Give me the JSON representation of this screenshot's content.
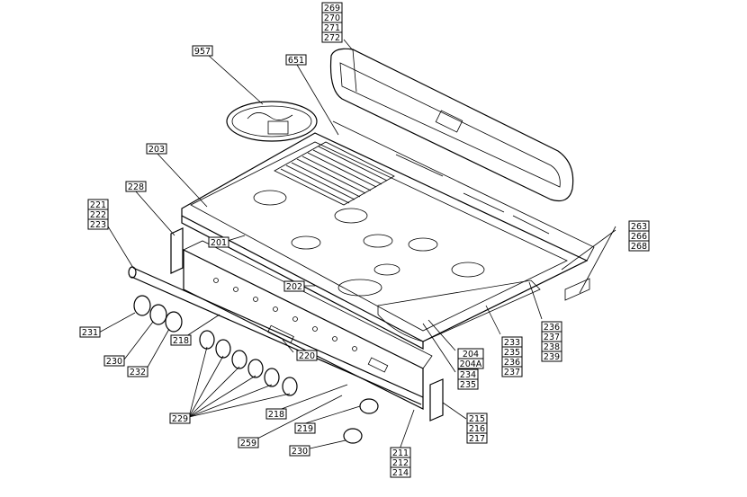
{
  "callouts": [
    {
      "id": "c-269",
      "lines": [
        "269",
        "270",
        "271",
        "272"
      ]
    },
    {
      "id": "c-957",
      "lines": [
        "957"
      ]
    },
    {
      "id": "c-651",
      "lines": [
        "651"
      ]
    },
    {
      "id": "c-203",
      "lines": [
        "203"
      ]
    },
    {
      "id": "c-228",
      "lines": [
        "228"
      ]
    },
    {
      "id": "c-221",
      "lines": [
        "221",
        "222",
        "223"
      ]
    },
    {
      "id": "c-201",
      "lines": [
        "201"
      ]
    },
    {
      "id": "c-202",
      "lines": [
        "202"
      ]
    },
    {
      "id": "c-263",
      "lines": [
        "263",
        "266",
        "268"
      ]
    },
    {
      "id": "c-236",
      "lines": [
        "236",
        "237",
        "238",
        "239"
      ]
    },
    {
      "id": "c-233",
      "lines": [
        "233",
        "235",
        "236",
        "237"
      ]
    },
    {
      "id": "c-204",
      "lines": [
        "204",
        "204A"
      ]
    },
    {
      "id": "c-234",
      "lines": [
        "234",
        "235"
      ]
    },
    {
      "id": "c-231",
      "lines": [
        "231"
      ]
    },
    {
      "id": "c-230a",
      "lines": [
        "230"
      ]
    },
    {
      "id": "c-232",
      "lines": [
        "232"
      ]
    },
    {
      "id": "c-218a",
      "lines": [
        "218"
      ]
    },
    {
      "id": "c-220",
      "lines": [
        "220"
      ]
    },
    {
      "id": "c-229",
      "lines": [
        "229"
      ]
    },
    {
      "id": "c-218b",
      "lines": [
        "218"
      ]
    },
    {
      "id": "c-219",
      "lines": [
        "219"
      ]
    },
    {
      "id": "c-259",
      "lines": [
        "259"
      ]
    },
    {
      "id": "c-230b",
      "lines": [
        "230"
      ]
    },
    {
      "id": "c-215",
      "lines": [
        "215",
        "216",
        "217"
      ]
    },
    {
      "id": "c-211",
      "lines": [
        "211",
        "212",
        "214"
      ]
    }
  ]
}
